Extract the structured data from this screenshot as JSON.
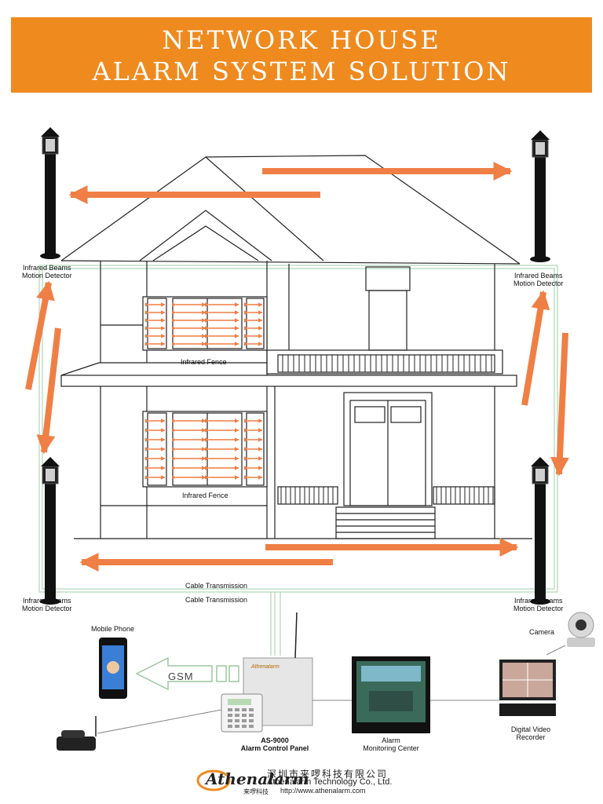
{
  "header": {
    "title_line1": "NETWORK HOUSE",
    "title_line2": "ALARM SYSTEM SOLUTION",
    "background": "#ef8a1f"
  },
  "colors": {
    "arrow": "#ef7f45",
    "line": "#222222",
    "cable": "#9fcfa6"
  },
  "labels": {
    "beam_tl": [
      "Infrared Beams",
      "Motion Detector"
    ],
    "beam_tr": [
      "Infrared Beams",
      "Motion Detector"
    ],
    "beam_bl": [
      "Infrared Beams",
      "Motion Detector"
    ],
    "beam_br": [
      "Infrared Beams",
      "Motion Detector"
    ],
    "fence_upper": "Infrared Fence",
    "fence_lower": "Infrared Fence",
    "cable_1": "Cable Transmission",
    "cable_2": "Cable Transmission",
    "mobile": "Mobile Phone",
    "gsm": "GSM",
    "panel": [
      "AS-9000",
      "Alarm Control Panel"
    ],
    "panel_brand": "Athenalarm",
    "monitoring": [
      "Alarm",
      "Monitoring Center"
    ],
    "camera": "Camera",
    "dvr": [
      "Digital Video",
      "Recorder"
    ]
  },
  "footer": {
    "logo": "Athenalarm",
    "logo_sub": "来啰科技",
    "company_cn": "深圳市来啰科技有限公司",
    "company_en": "Athenalarm Technology Co., Ltd.",
    "url": "http://www.athenalarm.com"
  }
}
